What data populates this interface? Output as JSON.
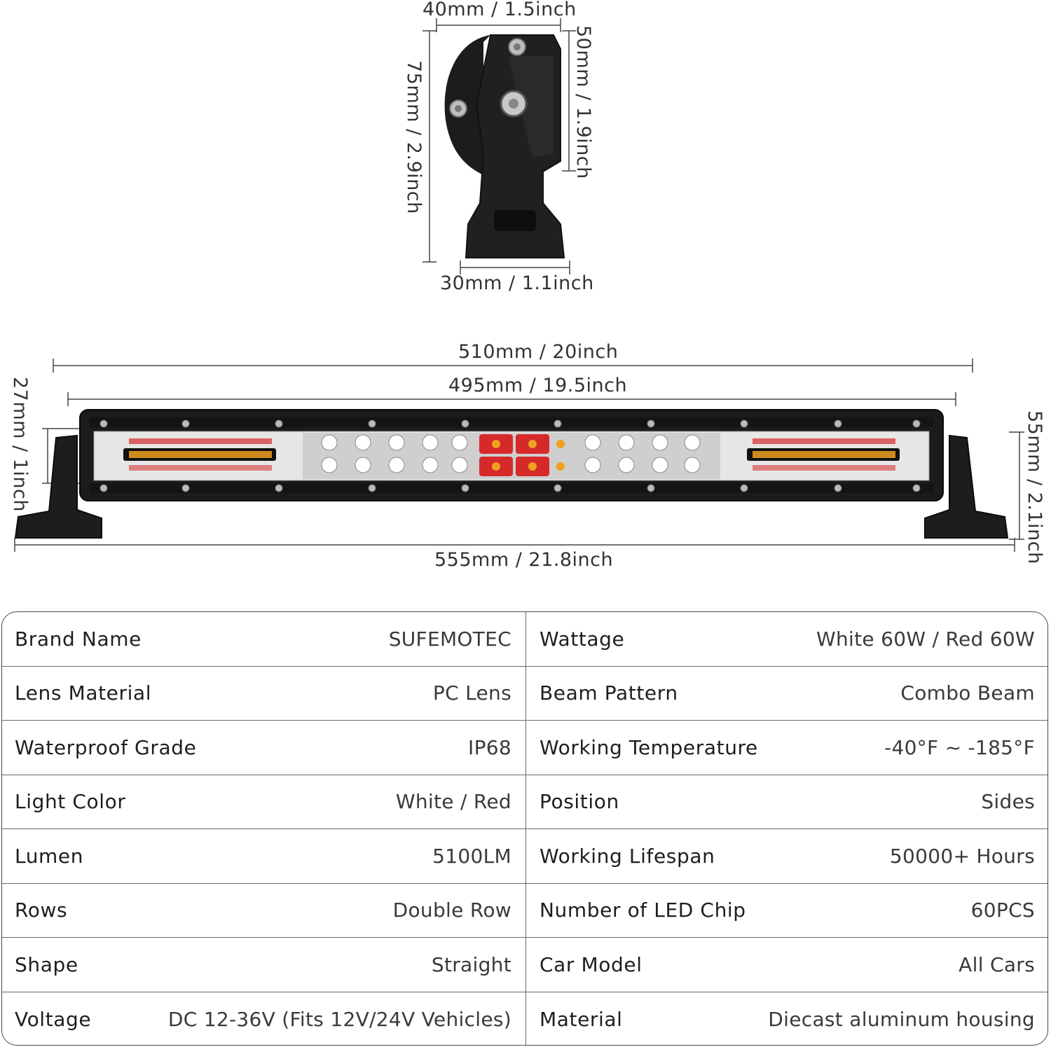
{
  "dimensions": {
    "bracket_top_width": "40mm / 1.5inch",
    "bracket_upper_height": "50mm / 1.9inch",
    "bracket_total_height": "75mm / 2.9inch",
    "bracket_base_width": "30mm / 1.1inch",
    "bar_width_outer": "510mm / 20inch",
    "bar_width_inner": "495mm / 19.5inch",
    "bar_height_housing": "27mm / 1inch",
    "bar_height_total": "55mm / 2.1inch",
    "bar_width_total": "555mm / 21.8inch"
  },
  "colors": {
    "housing": "#1b1b1b",
    "chrome": "#d8d8d8",
    "led_red": "#d62a2a",
    "led_amber": "#f0a020",
    "dim_line": "#444444"
  },
  "specs": [
    {
      "left": {
        "label": "Brand Name",
        "value": "SUFEMOTEC"
      },
      "right": {
        "label": "Wattage",
        "value": "White 60W / Red 60W"
      }
    },
    {
      "left": {
        "label": "Lens Material",
        "value": "PC Lens"
      },
      "right": {
        "label": "Beam Pattern",
        "value": "Combo Beam"
      }
    },
    {
      "left": {
        "label": "Waterproof Grade",
        "value": "IP68"
      },
      "right": {
        "label": "Working Temperature",
        "value": "-40°F ~ -185°F"
      }
    },
    {
      "left": {
        "label": "Light Color",
        "value": "White / Red"
      },
      "right": {
        "label": "Position",
        "value": "Sides"
      }
    },
    {
      "left": {
        "label": "Lumen",
        "value": "5100LM"
      },
      "right": {
        "label": "Working Lifespan",
        "value": "50000+ Hours"
      }
    },
    {
      "left": {
        "label": "Rows",
        "value": "Double Row"
      },
      "right": {
        "label": "Number of LED Chip",
        "value": "60PCS"
      }
    },
    {
      "left": {
        "label": "Shape",
        "value": "Straight"
      },
      "right": {
        "label": "Car  Model",
        "value": "All Cars"
      }
    },
    {
      "left": {
        "label": "Voltage",
        "value": "DC 12-36V (Fits 12V/24V Vehicles)"
      },
      "right": {
        "label": "Material",
        "value": "Diecast aluminum housing"
      }
    }
  ]
}
